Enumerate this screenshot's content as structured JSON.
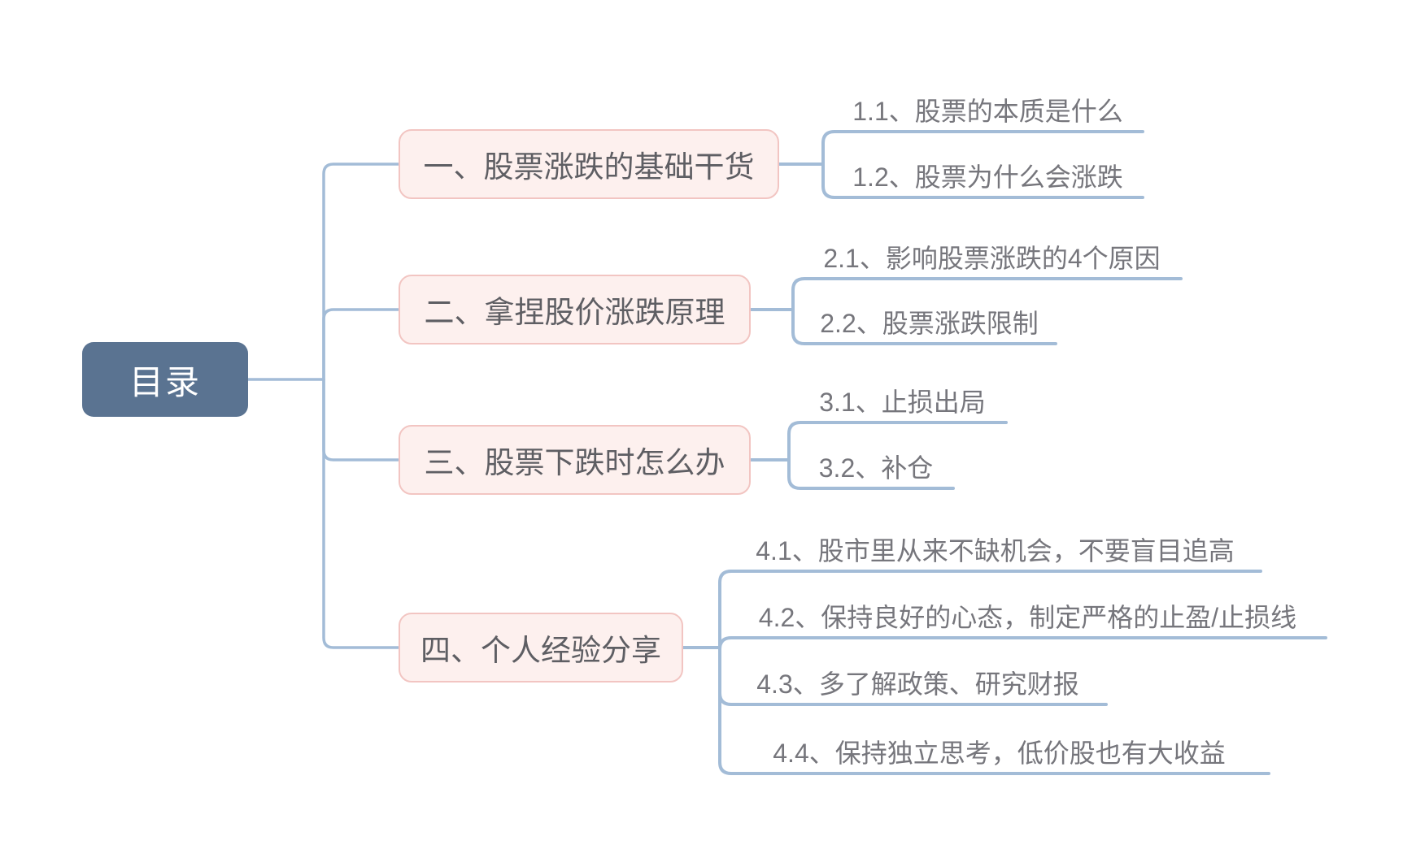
{
  "root": {
    "label": "目录"
  },
  "branches": [
    {
      "label": "一、股票涨跌的基础干货",
      "children": [
        {
          "label": "1.1、股票的本质是什么"
        },
        {
          "label": "1.2、股票为什么会涨跌"
        }
      ]
    },
    {
      "label": "二、拿捏股价涨跌原理",
      "children": [
        {
          "label": "2.1、影响股票涨跌的4个原因"
        },
        {
          "label": "2.2、股票涨跌限制"
        }
      ]
    },
    {
      "label": "三、股票下跌时怎么办",
      "children": [
        {
          "label": "3.1、止损出局"
        },
        {
          "label": "3.2、补仓"
        }
      ]
    },
    {
      "label": "四、个人经验分享",
      "children": [
        {
          "label": "4.1、股市里从来不缺机会，不要盲目追高"
        },
        {
          "label": "4.2、保持良好的心态，制定严格的止盈/止损线"
        },
        {
          "label": "4.3、多了解政策、研究财报"
        },
        {
          "label": "4.4、保持独立思考，低价股也有大收益"
        }
      ]
    }
  ],
  "colors": {
    "background": "#ffffff",
    "root_fill": "#5a7391",
    "root_text": "#ffffff",
    "branch_fill": "#fdf0ee",
    "branch_border": "#f2c5c2",
    "branch_text": "#5e5e63",
    "child_text": "#76767c",
    "connector": "#a3bcd7"
  }
}
